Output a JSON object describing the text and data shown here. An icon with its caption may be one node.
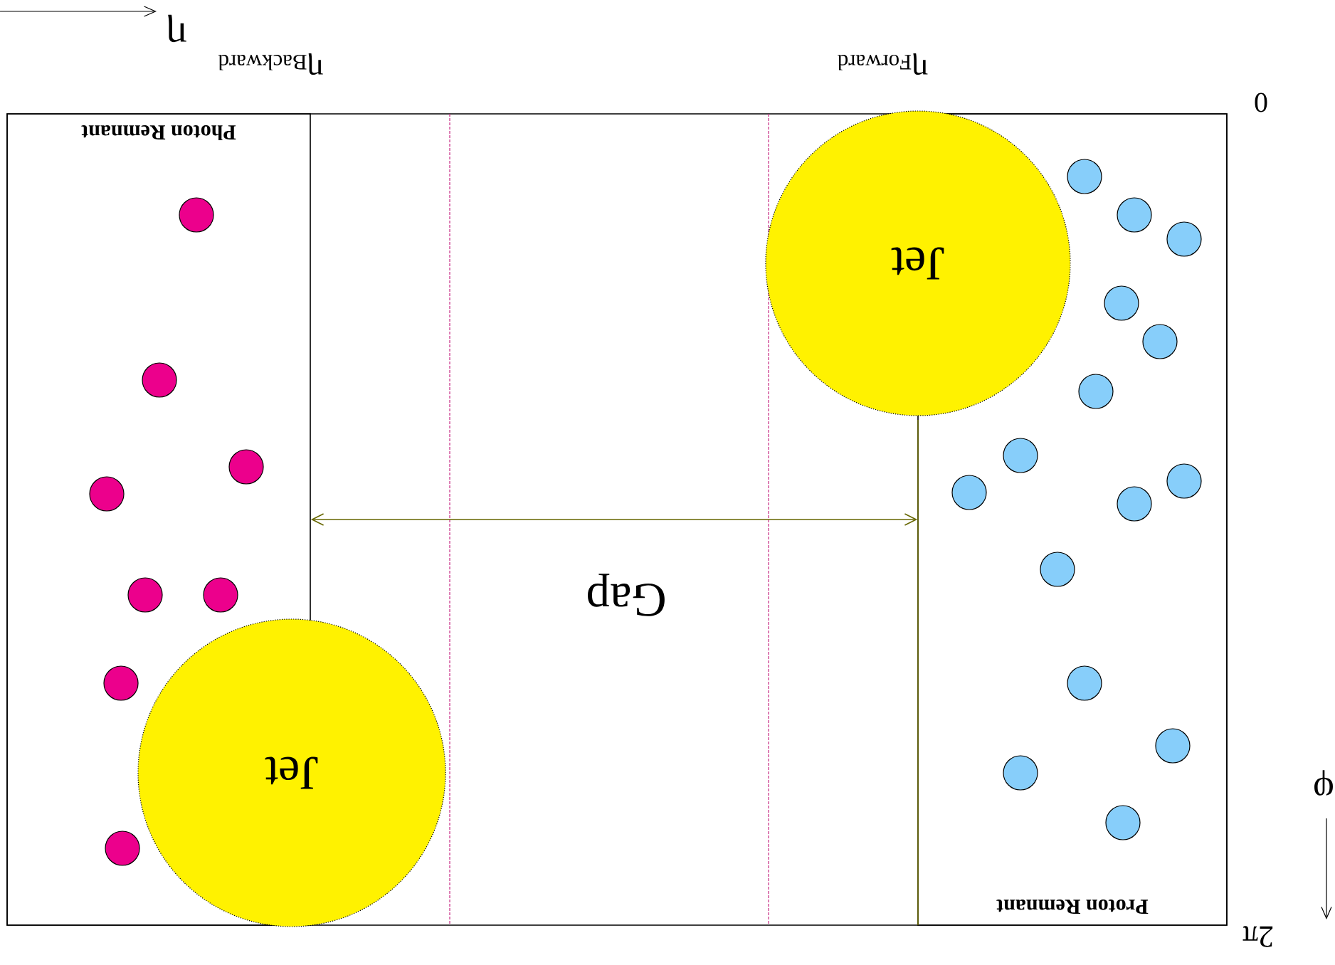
{
  "diagram": {
    "nodes": [
      {
        "text": [
          "Photon Remnant"
        ]
      },
      {
        "text": [
          "Proton Remnant"
        ]
      },
      {
        "text": [
          "Jet"
        ]
      },
      {
        "text": [
          "Jet"
        ]
      }
    ],
    "edges": [
      {
        "from": 0,
        "to": 1,
        "arrow": "both",
        "label": "Gap",
        "color": "#666600"
      }
    ],
    "labels": [
      "η",
      "η$_{Backward}$",
      "η$_{Forward}$",
      "0",
      "2π",
      "φ"
    ]
  }
}
